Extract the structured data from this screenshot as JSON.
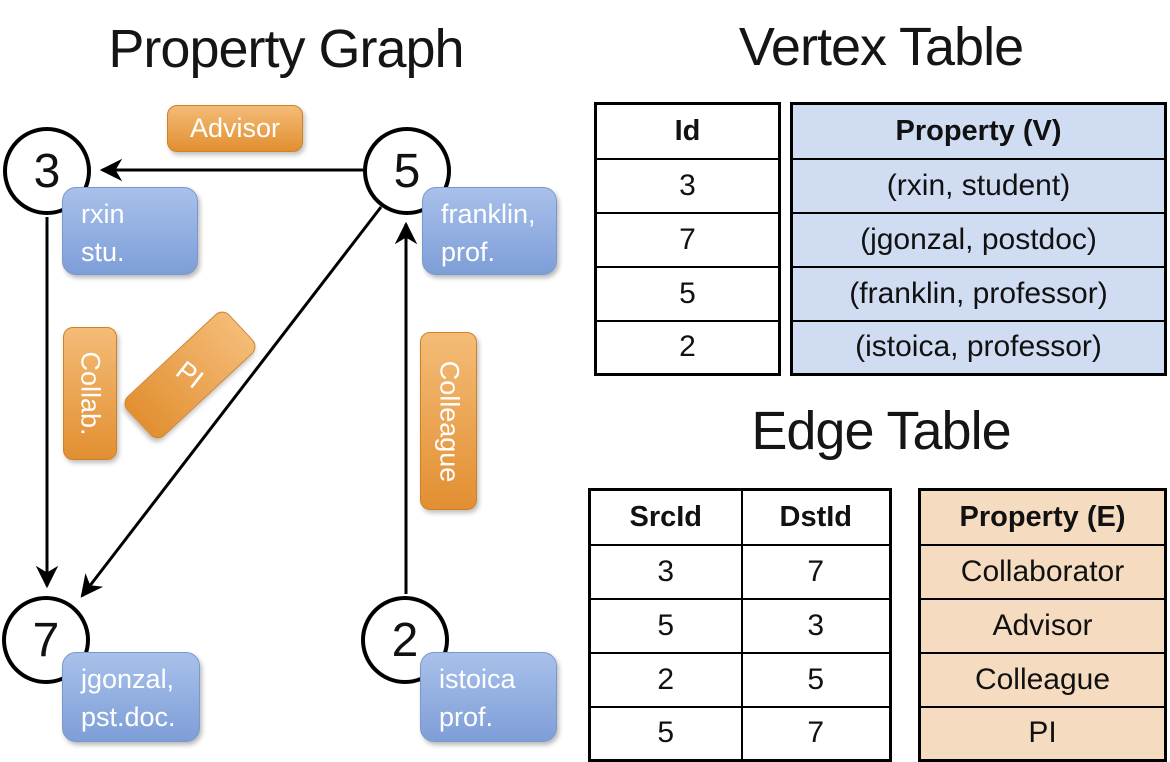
{
  "graph": {
    "title": "Property Graph",
    "vertices": [
      {
        "id": "3",
        "line1": "rxin",
        "line2": "stu."
      },
      {
        "id": "5",
        "line1": "franklin,",
        "line2": "prof."
      },
      {
        "id": "7",
        "line1": "jgonzal,",
        "line2": "pst.doc."
      },
      {
        "id": "2",
        "line1": "istoica",
        "line2": "prof."
      }
    ],
    "edge_labels": {
      "advisor": "Advisor",
      "collab": "Collab.",
      "pi": "PI",
      "colleague": "Colleague"
    }
  },
  "vertex_table": {
    "title": "Vertex Table",
    "columns": {
      "id": "Id",
      "property": "Property (V)"
    },
    "rows": [
      {
        "id": "3",
        "property": "(rxin, student)"
      },
      {
        "id": "7",
        "property": "(jgonzal, postdoc)"
      },
      {
        "id": "5",
        "property": "(franklin, professor)"
      },
      {
        "id": "2",
        "property": "(istoica, professor)"
      }
    ]
  },
  "edge_table": {
    "title": "Edge Table",
    "columns": {
      "src": "SrcId",
      "dst": "DstId",
      "property": "Property (E)"
    },
    "rows": [
      {
        "src": "3",
        "dst": "7",
        "property": "Collaborator"
      },
      {
        "src": "5",
        "dst": "3",
        "property": "Advisor"
      },
      {
        "src": "2",
        "dst": "5",
        "property": "Colleague"
      },
      {
        "src": "5",
        "dst": "7",
        "property": "PI"
      }
    ]
  },
  "colors": {
    "vertex_box_top": "#a8c1ea",
    "vertex_box_bottom": "#7e9ed8",
    "edge_pill_top": "#f4bc77",
    "edge_pill_bottom": "#e28f31",
    "vertex_table_fill": "#cfdcf2",
    "edge_table_fill": "#f5dcc0",
    "line": "#000000"
  }
}
